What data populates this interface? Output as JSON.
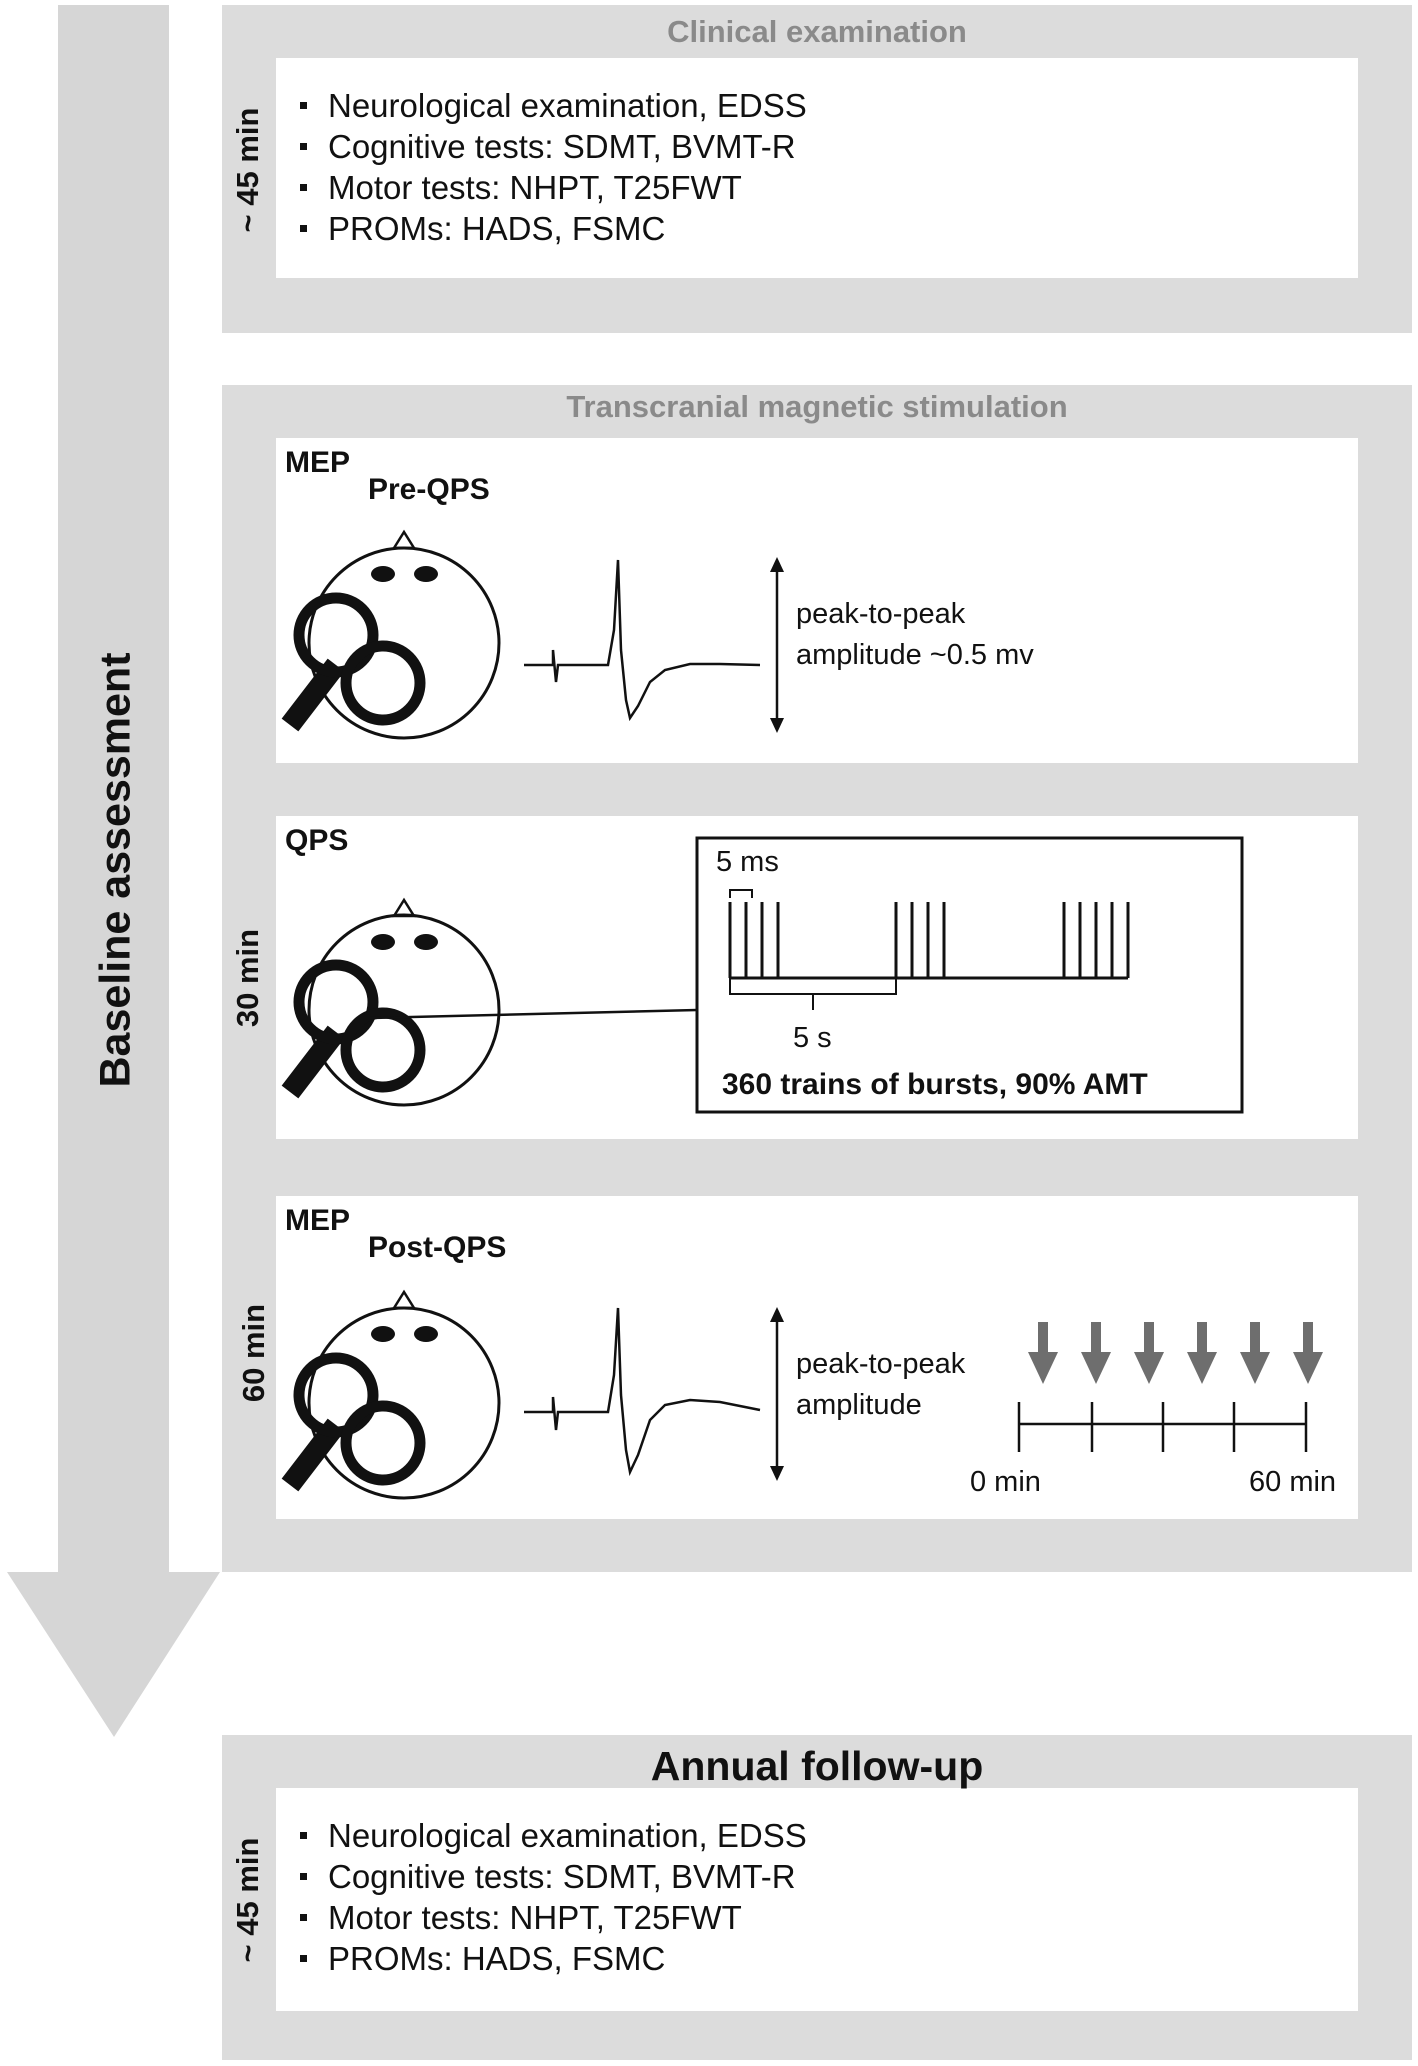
{
  "flow_label": "Baseline assessment",
  "clinical": {
    "title": "Clinical examination",
    "duration": "~ 45 min",
    "items": [
      "Neurological examination, EDSS",
      "Cognitive tests: SDMT, BVMT-R",
      "Motor tests: NHPT, T25FWT",
      "PROMs: HADS, FSMC"
    ]
  },
  "tms": {
    "title": "Transcranial magnetic stimulation",
    "duration_qps": "30 min",
    "duration_post": "60 min",
    "pre": {
      "label": "MEP",
      "sublabel": "Pre-QPS",
      "amplitude_line1": "peak-to-peak",
      "amplitude_line2": "amplitude ~0.5 mv"
    },
    "qps": {
      "label": "QPS",
      "interval_short": "5 ms",
      "interval_long": "5 s",
      "protocol": "360 trains of bursts, 90% AMT"
    },
    "post": {
      "label": "MEP",
      "sublabel": "Post-QPS",
      "amplitude_line1": "peak-to-peak",
      "amplitude_line2": "amplitude",
      "timeline_start": "0 min",
      "timeline_end": "60 min"
    }
  },
  "followup": {
    "title": "Annual follow-up",
    "duration": "~ 45 min",
    "items": [
      "Neurological examination, EDSS",
      "Cognitive tests: SDMT, BVMT-R",
      "Motor tests: NHPT, T25FWT",
      "PROMs: HADS, FSMC"
    ]
  },
  "colors": {
    "panel_gray": "#dcdcdc",
    "arrow_gray": "#d6d6d6",
    "title_gray": "#8a8a8a",
    "timing_arrow": "#6e6e6e",
    "ink": "#111111"
  }
}
